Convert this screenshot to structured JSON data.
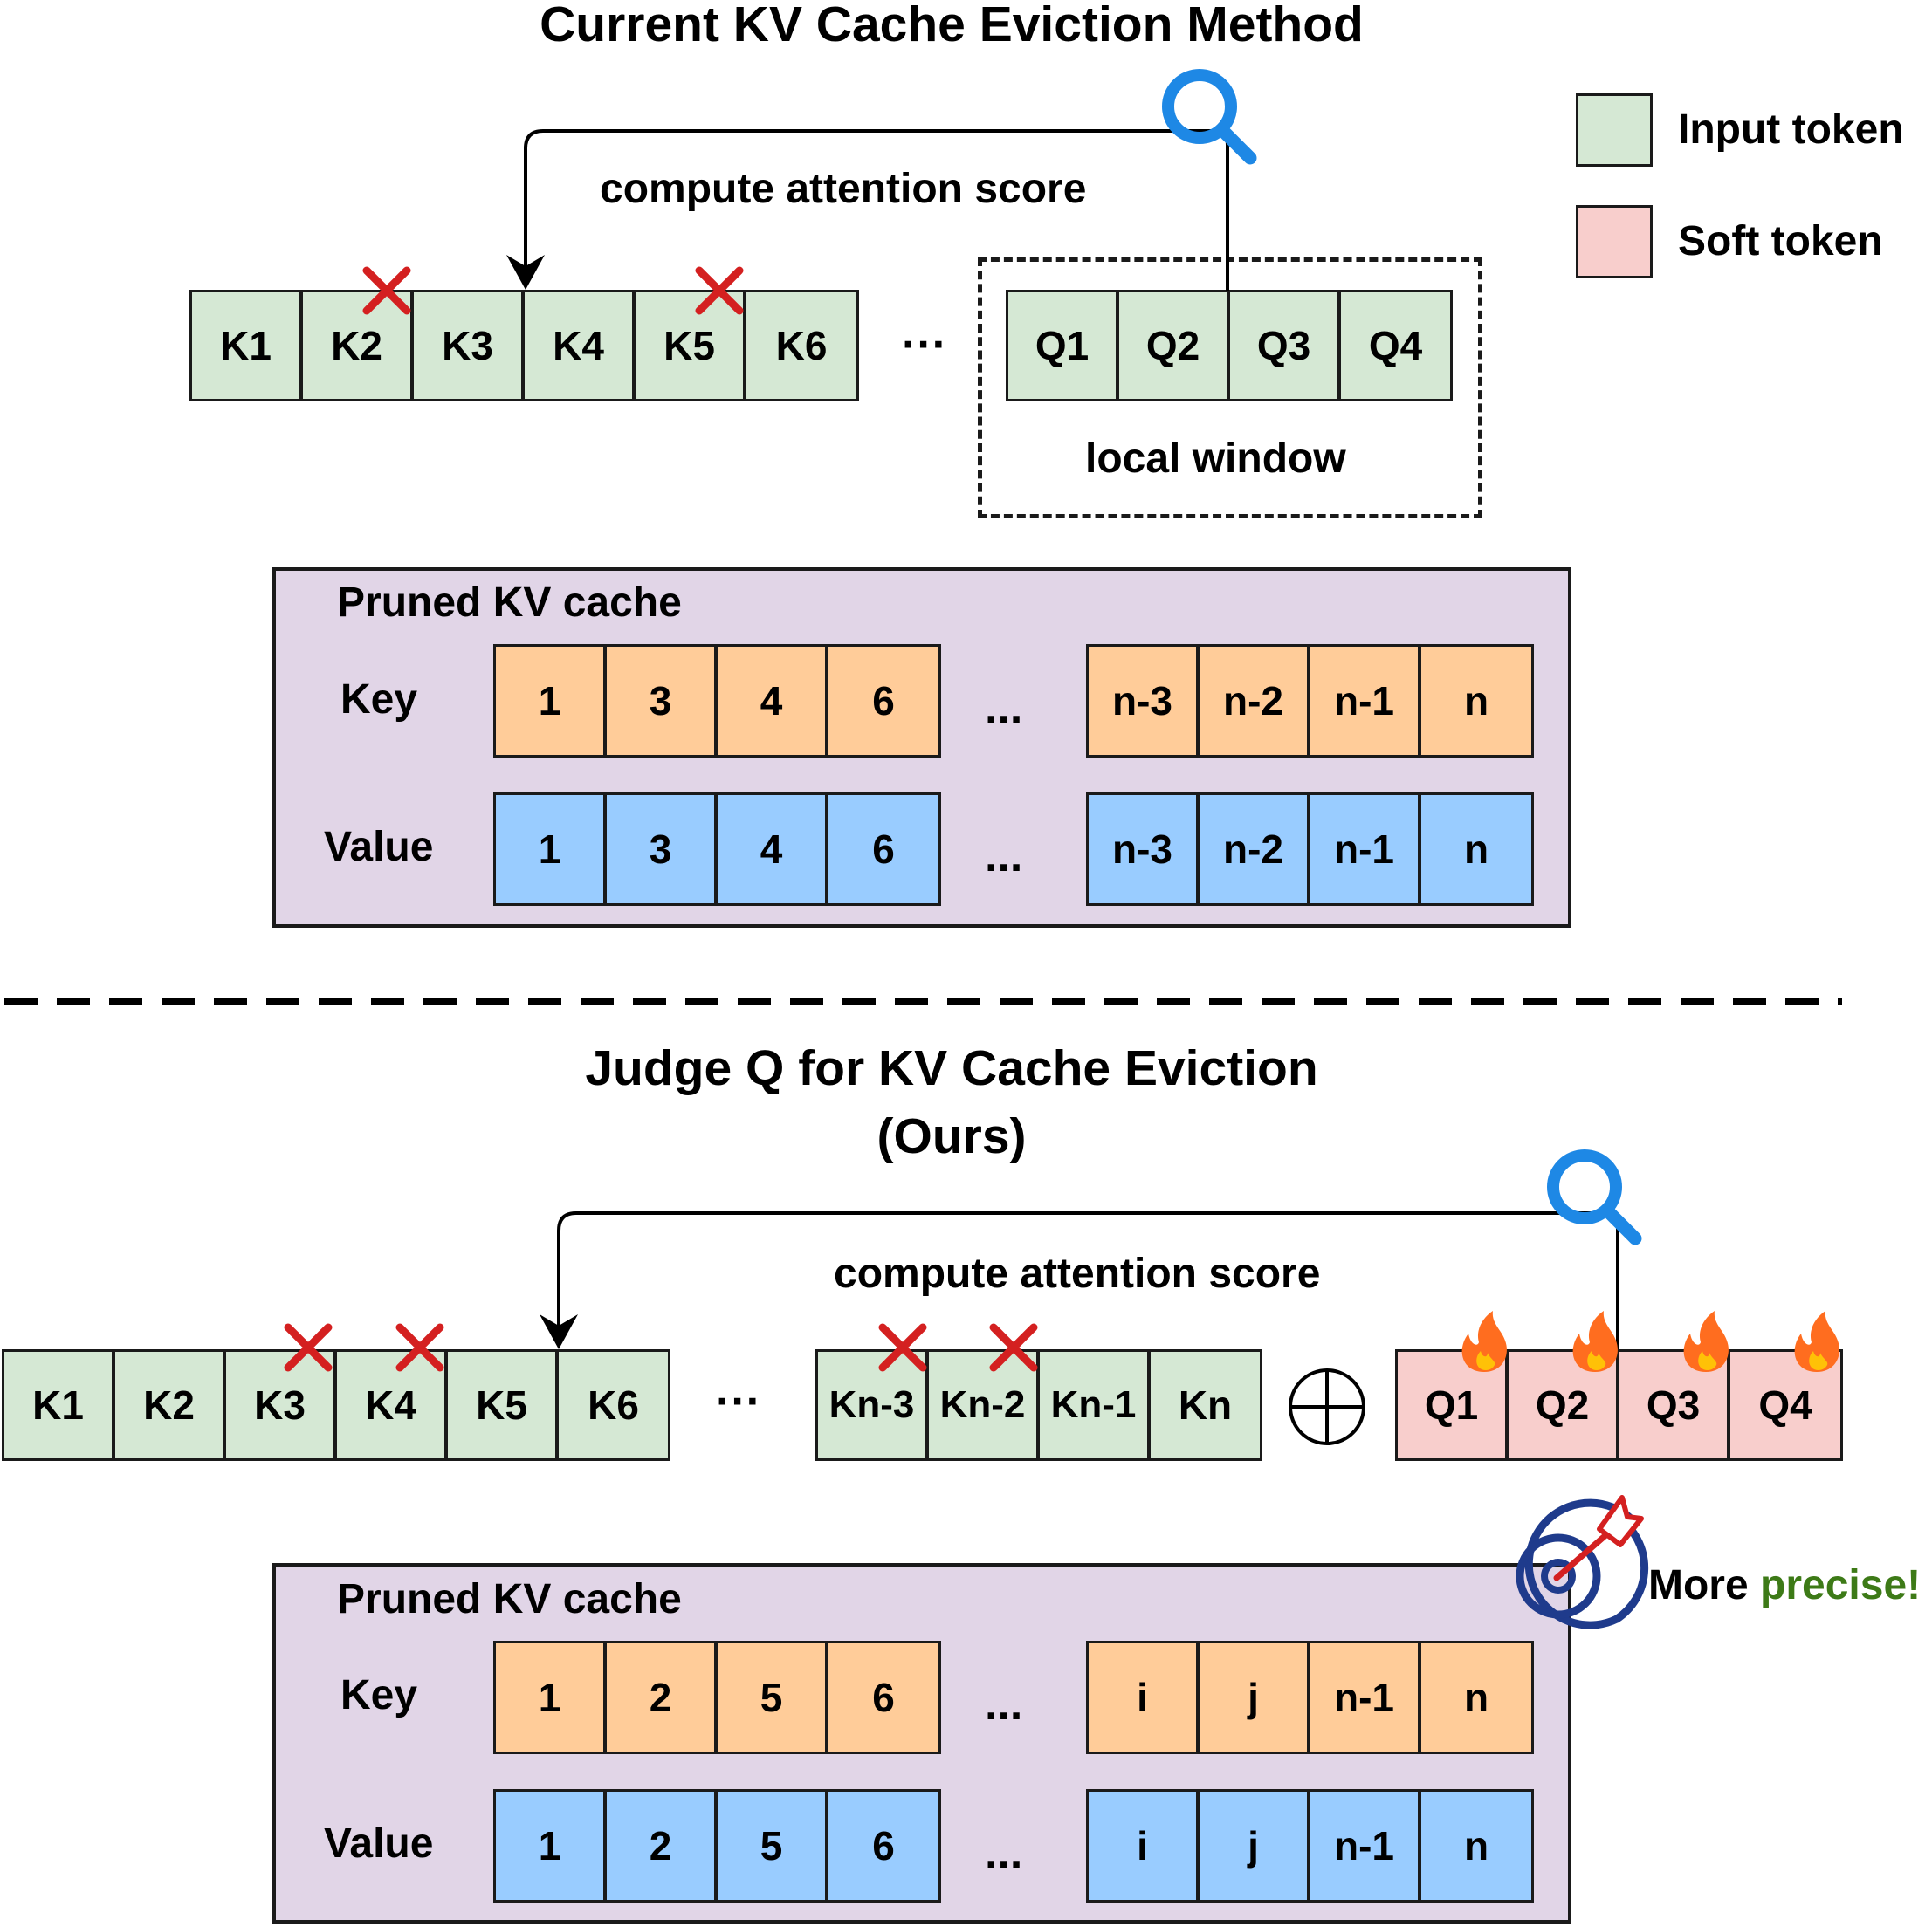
{
  "top": {
    "title": "Current KV Cache Eviction Method",
    "arrow_label": "compute attention score",
    "keys": [
      "K1",
      "K2",
      "K3",
      "K4",
      "K5",
      "K6"
    ],
    "ellipsis": "···",
    "queries": [
      "Q1",
      "Q2",
      "Q3",
      "Q4"
    ],
    "window_label": "local window",
    "pruned": {
      "title": "Pruned KV cache",
      "key_label": "Key",
      "value_label": "Value",
      "left": [
        "1",
        "3",
        "4",
        "6"
      ],
      "right": [
        "n-3",
        "n-2",
        "n-1",
        "n"
      ],
      "ellipsis": "..."
    }
  },
  "legend": {
    "input": "Input token",
    "soft": "Soft token"
  },
  "bottom": {
    "title_line1": "Judge Q for KV Cache Eviction",
    "title_line2": "(Ours)",
    "arrow_label": "compute attention score",
    "keys_left": [
      "K1",
      "K2",
      "K3",
      "K4",
      "K5",
      "K6"
    ],
    "ellipsis": "···",
    "keys_right": [
      "Kn-3",
      "Kn-2",
      "Kn-1",
      "Kn"
    ],
    "queries": [
      "Q1",
      "Q2",
      "Q3",
      "Q4"
    ],
    "precise_prefix": "More ",
    "precise_word": "precise!",
    "pruned": {
      "title": "Pruned KV cache",
      "key_label": "Key",
      "value_label": "Value",
      "left": [
        "1",
        "2",
        "5",
        "6"
      ],
      "right": [
        "i",
        "j",
        "n-1",
        "n"
      ],
      "ellipsis": "..."
    }
  },
  "colors": {
    "input_token": "#d5e8d4",
    "soft_token": "#f8cecc",
    "key_cell": "#ffcc99",
    "value_cell": "#99ccff",
    "panel": "#e1d5e7",
    "evict_mark": "#d42020",
    "search_icon": "#1e88e5",
    "flame_icon": "#ff6d1f",
    "target_icon": "#1f3b8c",
    "precise_text": "#3d7a17"
  },
  "icons": [
    "magnifier-icon",
    "evict-x-icon",
    "flame-icon",
    "target-arrow-icon",
    "direct-sum-icon"
  ]
}
